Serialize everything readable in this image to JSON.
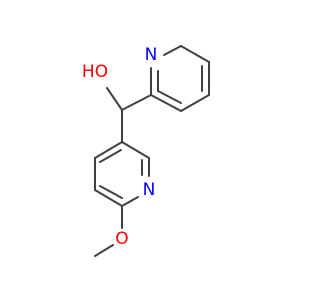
{
  "molecule": {
    "atoms": {
      "hydroxyl": "HO",
      "pyridine_nitrogen_top": "N",
      "pyridine_nitrogen_bottom": "N",
      "methoxy_oxygen": "O"
    }
  },
  "colors": {
    "bond": "#404040",
    "oxygen": "#ff0000",
    "nitrogen": "#0000ff"
  }
}
